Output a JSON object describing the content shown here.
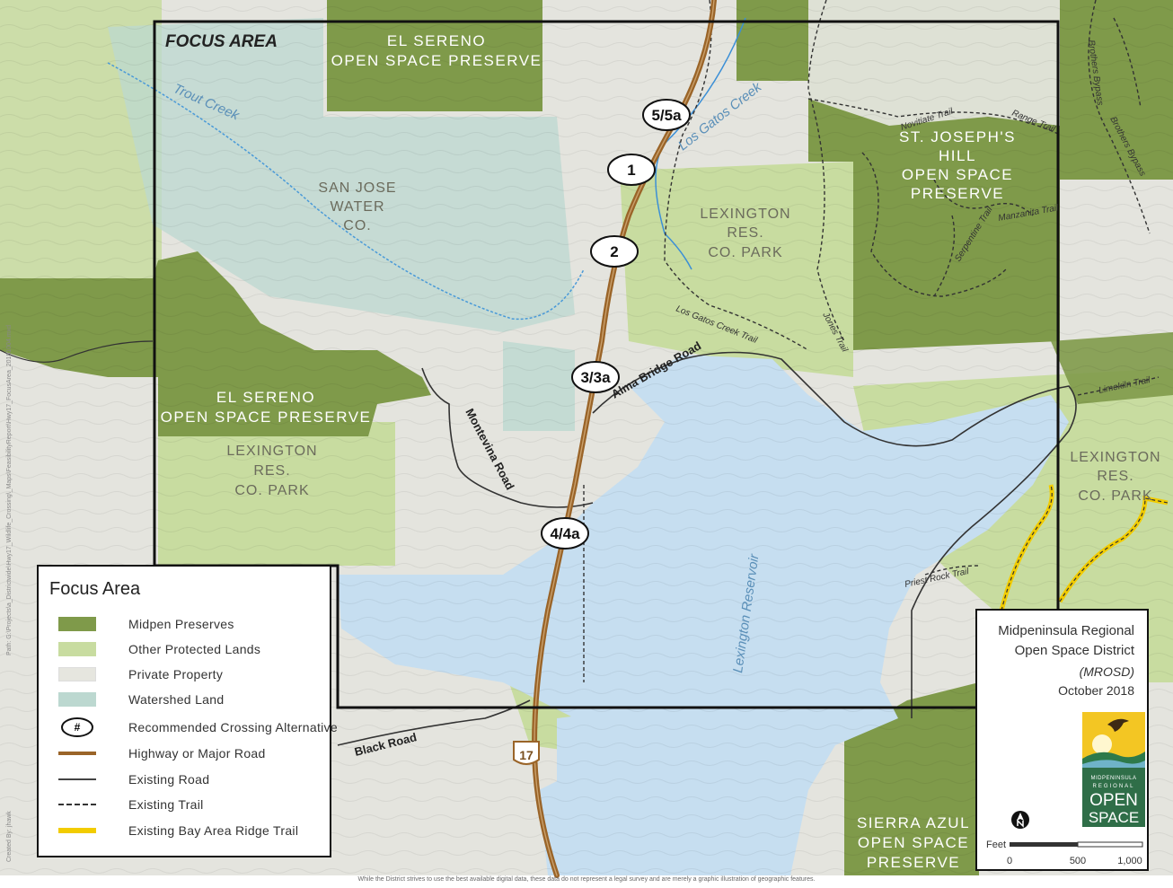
{
  "focus_area_label": "FOCUS AREA",
  "preserves": {
    "el_sereno_top": [
      "EL SERENO",
      "OPEN SPACE PRESERVE"
    ],
    "el_sereno_left": [
      "EL SERENO",
      "OPEN SPACE PRESERVE"
    ],
    "st_josephs": [
      "ST. JOSEPH'S",
      "HILL",
      "OPEN SPACE",
      "PRESERVE"
    ],
    "sierra_azul": [
      "SIERRA AZUL",
      "OPEN SPACE",
      "PRESERVE"
    ]
  },
  "parks": {
    "san_jose_water": [
      "SAN JOSE",
      "WATER",
      "CO."
    ],
    "lexington_center": [
      "LEXINGTON",
      "RES.",
      "CO. PARK"
    ],
    "lexington_left": [
      "LEXINGTON",
      "RES.",
      "CO. PARK"
    ],
    "lexington_right": [
      "LEXINGTON",
      "RES.",
      "CO. PARK"
    ]
  },
  "water": {
    "reservoir": "Lexington Reservoir",
    "creek": "Los Gatos Creek",
    "trout_creek": "Trout Creek"
  },
  "roads": {
    "alma_bridge": "Alma Bridge Road",
    "montevina": "Montevina Road",
    "black": "Black Road",
    "hwy_shield": "17"
  },
  "trails": {
    "novitiate": "Novitiate Trail",
    "range": "Range Trail",
    "brothers_bypass_1": "Brothers Bypass",
    "brothers_bypass_2": "Brothers Bypass",
    "serpentine": "Serpentine Trail",
    "manzanita": "Manzanita Trail",
    "los_gatos_creek": "Los Gatos Creek Trail",
    "jones": "Jones Trail",
    "limekiln": "Limekiln Trail",
    "priest_rock": "Priest Rock Trail"
  },
  "crossings": [
    "5/5a",
    "1",
    "2",
    "3/3a",
    "4/4a"
  ],
  "legend": {
    "title": "Focus Area",
    "items": [
      {
        "label": "Midpen Preserves",
        "kind": "fill",
        "color": "#7f9a4a"
      },
      {
        "label": "Other Protected Lands",
        "kind": "fill",
        "color": "#c8dca0"
      },
      {
        "label": "Private Property",
        "kind": "fill",
        "color": "#e6e6df"
      },
      {
        "label": "Watershed Land",
        "kind": "fill",
        "color": "#bcd8d0"
      },
      {
        "label": "Recommended Crossing Alternative",
        "kind": "marker",
        "symbol": "#"
      },
      {
        "label": "Highway or Major Road",
        "kind": "line",
        "color": "#9a6428"
      },
      {
        "label": "Existing Road",
        "kind": "line",
        "color": "#444444"
      },
      {
        "label": "Existing Trail",
        "kind": "dash",
        "color": "#333333"
      },
      {
        "label": "Existing Bay Area Ridge Trail",
        "kind": "thick",
        "color": "#f2cc00"
      }
    ]
  },
  "info": {
    "org_line1": "Midpeninsula Regional",
    "org_line2": "Open Space District",
    "abbr": "(MROSD)",
    "date": "October 2018",
    "logo_line1": "MIDPENINSULA",
    "logo_line2": "REGIONAL",
    "logo_line3": "OPEN",
    "logo_line4": "SPACE",
    "scale_unit": "Feet",
    "scale_ticks": [
      "0",
      "500",
      "1,000"
    ]
  },
  "side_path": "Path: G:\\Projects\\a_Districtwide\\Hwy17_Wildlife_Crossing\\_Maps\\FeasibilityReport\\Hwy17_FocusArea_20181004.mxd",
  "side_creator": "Created By: jhawk",
  "disclaimer": "While the District strives to use the best available digital data, these data do not represent a legal survey and are merely a graphic illustration of geographic features.",
  "colors": {
    "midpen": "#7f9a4a",
    "other": "#c8dca0",
    "private": "#e4e4de",
    "watershed": "#bcd8d0",
    "water": "#c6def0",
    "highway": "#9a6428",
    "ridge": "#f2cc00"
  }
}
